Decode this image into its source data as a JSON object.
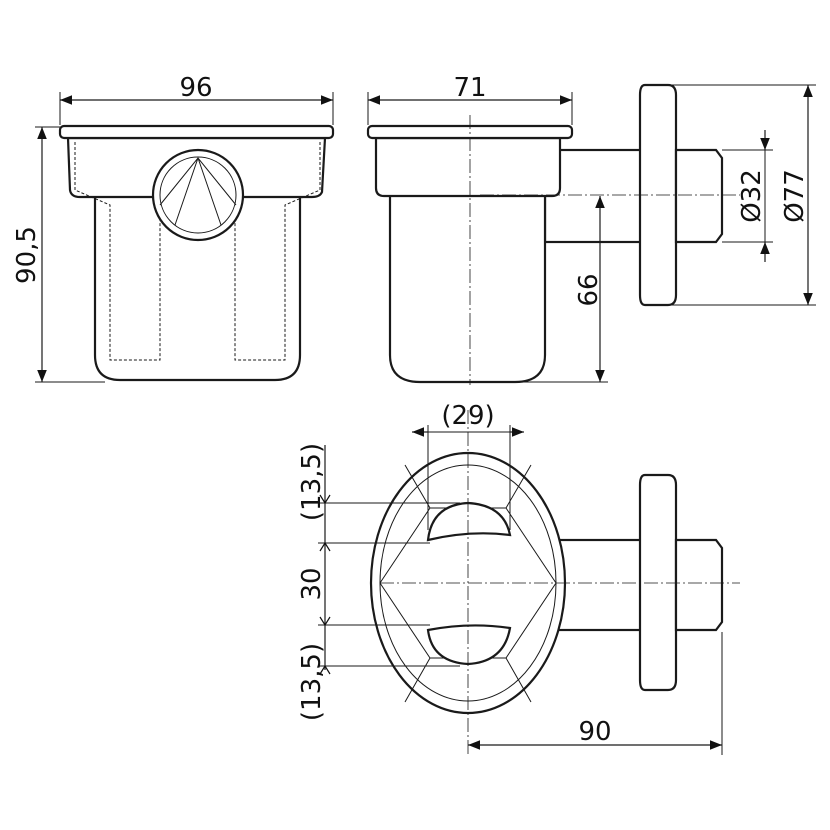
{
  "dimensions": {
    "front_width": "96",
    "front_height": "90,5",
    "side_width": "71",
    "side_axis_height": "66",
    "nozzle_diameter": "Ø32",
    "flange_diameter": "Ø77",
    "outlet_width": "(29)",
    "outlet_top": "(13,5)",
    "outlet_spacing": "30",
    "outlet_bottom": "(13,5)",
    "total_depth": "90"
  }
}
